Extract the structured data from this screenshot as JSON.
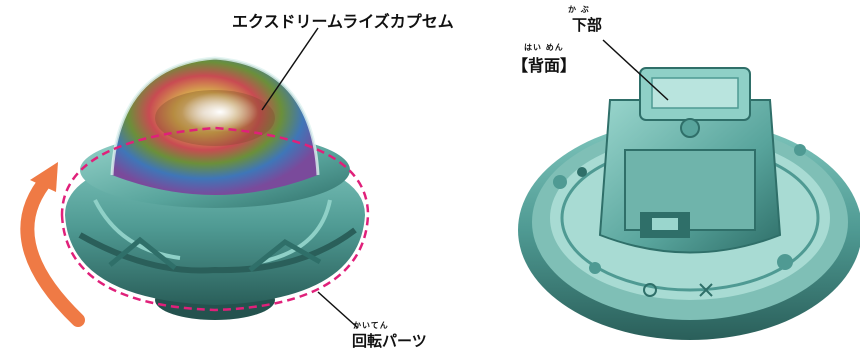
{
  "labels": {
    "capsule": "エクスドリームライズカプセム",
    "rotating_part": "回転パーツ",
    "rotating_part_ruby": "かいてん",
    "bottom": "下部",
    "bottom_ruby": "か ぶ",
    "back_view": "【背面】",
    "back_view_ruby": "はい めん"
  },
  "colors": {
    "body_teal": "#4f9a93",
    "body_dark": "#2f6f69",
    "dashed_outline": "#e0207a",
    "arrow": "#ef7a45"
  }
}
